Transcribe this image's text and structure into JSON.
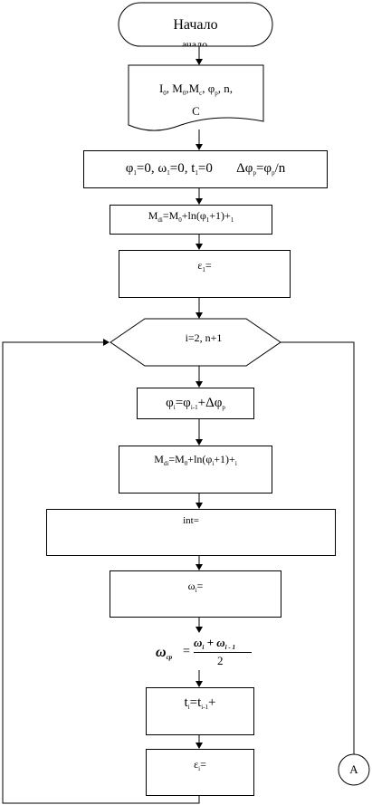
{
  "start": {
    "label": "Начало",
    "ghost": "ачало"
  },
  "input": {
    "line1": "I",
    "s1": "0",
    "t2": ", M",
    "s2": "0",
    "t3": ",M",
    "s3": "c",
    "t4": ", φ",
    "s4": "p",
    "t5": ", n,",
    "line2": "C"
  },
  "init": {
    "a": "φ",
    "as": "1",
    "b": "=0, ω",
    "bs": "1",
    "c": "=0, t",
    "cs": "1",
    "d": "=0",
    "e": "Δφ",
    "es": "p",
    "f": "=φ",
    "fs": "p",
    "g": "/n"
  },
  "m1": {
    "a": "M",
    "as": "di",
    "b": "=M",
    "bs": "0",
    "c": "+ln(φ",
    "cs": "1",
    "d": "+1)+",
    "ds": "1"
  },
  "eps1": {
    "a": "ε",
    "as": "1",
    "b": "="
  },
  "loop": {
    "text": "i=2, n+1"
  },
  "phi_i": {
    "a": "φ",
    "as": "i",
    "b": "=φ",
    "bs": "i-1",
    "c": "+Δφ",
    "cs": "p"
  },
  "mi": {
    "a": "M",
    "as": "di",
    "b": "=M",
    "bs": "0",
    "c": "+ln(φ",
    "cs": "i",
    "d": "+1)+",
    "ds": "i"
  },
  "int": {
    "text": "int="
  },
  "omega_i": {
    "a": "ω",
    "as": "i",
    "b": "="
  },
  "omega_cp": {
    "lhs": "ω",
    "lhs_sub": "cp",
    "eq": "=",
    "num_a": "ω",
    "num_as": "i",
    "num_plus": " + ω",
    "num_bs": "i - 1",
    "den": "2"
  },
  "t_i": {
    "a": "t",
    "as": "i",
    "b": "=t",
    "bs": "i-1",
    "c": "+"
  },
  "eps_i": {
    "a": "ε",
    "as": "i",
    "b": "="
  },
  "connector": {
    "label": "A"
  }
}
